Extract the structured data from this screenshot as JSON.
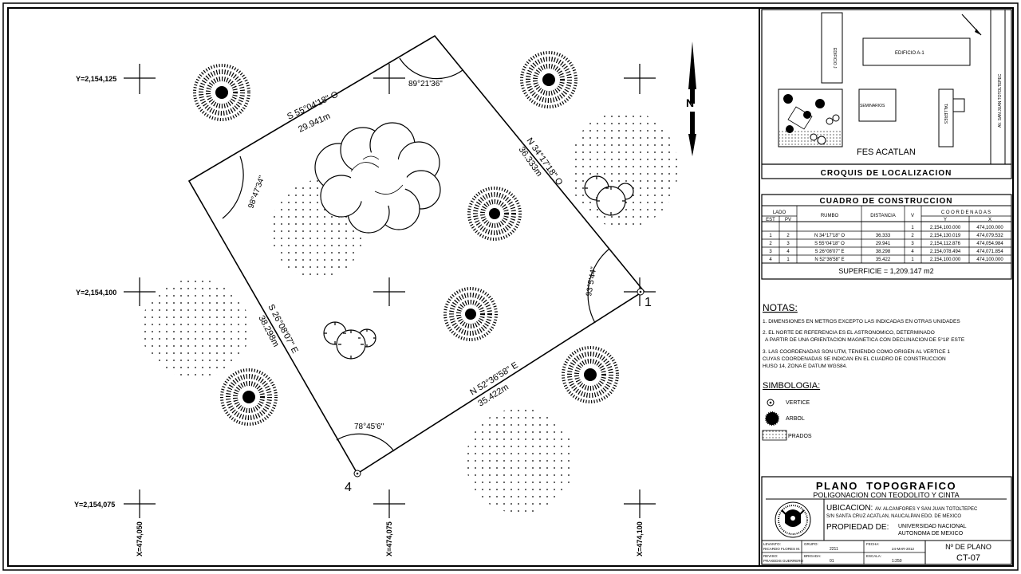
{
  "grid": {
    "north_label": "N",
    "y_labels": [
      "Y=2,154,125",
      "Y=2,154,100",
      "Y=2,154,075"
    ],
    "x_labels": [
      "X=474,050",
      "X=474,075",
      "X=474,100"
    ]
  },
  "survey": {
    "vertex_1_label": "1",
    "vertex_4_label": "4",
    "angle_top": "89°21'36\"",
    "angle_left": "98°47'34\"",
    "angle_right": "93°5'44\"",
    "angle_bottom": "78°45'6\"",
    "side_top_bearing": "S 55°04'18\" O",
    "side_top_distance": "29.941m",
    "side_right_bearing": "N 34°17'18\" O",
    "side_right_distance": "36.333m",
    "side_left_bearing": "S 26°08'07\" E",
    "side_left_distance": "38.298m",
    "side_bottom_bearing": "N 52°36'58\" E",
    "side_bottom_distance": "35.422m"
  },
  "sketch": {
    "building_a1": "EDIFICIO A-1",
    "building_j": "EDIFICIO J",
    "seminarios": "SEMINARIOS",
    "talleres": "TALLERES",
    "street": "AV. SAN JUAN TOTOLTEPEC",
    "campus": "FES ACATLAN",
    "title": "CROQUIS DE LOCALIZACION"
  },
  "table": {
    "title": "CUADRO DE CONSTRUCCION",
    "h_lado": "LADO",
    "h_est": "EST",
    "h_pv": "PV",
    "h_rumbo": "RUMBO",
    "h_distancia": "DISTANCIA",
    "h_v": "V",
    "h_coordenadas": "C O O R D E N A D A S",
    "h_y": "Y",
    "h_x": "X",
    "rows": [
      {
        "est": "",
        "pv": "",
        "rumbo": "",
        "dist": "",
        "v": "1",
        "y": "2,154,100.000",
        "x": "474,100.000"
      },
      {
        "est": "1",
        "pv": "2",
        "rumbo": "N 34°17'18\" O",
        "dist": "36.333",
        "v": "2",
        "y": "2,154,130.019",
        "x": "474,079.532"
      },
      {
        "est": "2",
        "pv": "3",
        "rumbo": "S 55°04'18\" O",
        "dist": "29.941",
        "v": "3",
        "y": "2,154,112.876",
        "x": "474,054.984"
      },
      {
        "est": "3",
        "pv": "4",
        "rumbo": "S 26°08'07\" E",
        "dist": "38.298",
        "v": "4",
        "y": "2,154,078.494",
        "x": "474,071.854"
      },
      {
        "est": "4",
        "pv": "1",
        "rumbo": "N 52°36'58\" E",
        "dist": "35.422",
        "v": "1",
        "y": "2,154,100.000",
        "x": "474,100.000"
      }
    ],
    "superficie": "SUPERFICIE = 1,209.147 m2"
  },
  "notes": {
    "title": "NOTAS:",
    "n1": "1. DIMENSIONES EN METROS EXCEPTO LAS INDICADAS EN OTRAS UNIDADES",
    "n2a": "2. EL NORTE DE REFERENCIA ES EL ASTRONOMICO, DETERMINADO",
    "n2b": "A PARTIR DE UNA ORIENTACION MAGNETICA CON DECLINACION DE 5°18' ESTE",
    "n3a": "3. LAS COORDENADAS SON UTM, TENIENDO COMO ORIGEN AL VERTICE 1",
    "n3b": "CUYAS COORDENADAS SE INDICAN EN EL CUADRO DE CONSTRUCCION",
    "n3c": "HUSO 14, ZONA E DATUM WGS84."
  },
  "legend": {
    "title": "SIMBOLOGIA:",
    "vertice": "VERTICE",
    "arbol": "ARBOL",
    "prados": "PRADOS"
  },
  "title_block": {
    "title": "PLANO  TOPOGRAFICO",
    "subtitle": "POLIGONACION CON TEODOLITO Y CINTA",
    "ubicacion_label": "UBICACION:",
    "ubicacion_1": "AV. ALCANFORES Y SAN JUAN TOTOLTEPEC",
    "ubicacion_2": "S/N SANTA CRUZ ACATLAN, NAUCALPAN EDO. DE MEXICO",
    "propiedad_label": "PROPIEDAD DE:",
    "propiedad_1": "UNIVERSIDAD NACIONAL",
    "propiedad_2": "AUTONOMA DE MEXICO",
    "levanto_label": "LEVANTO:",
    "levanto": "RICARDO FLORES M.",
    "grupo_label": "GRUPO:",
    "grupo": "2211",
    "fecha_label": "FECHA:",
    "fecha": "24-MAR-2012",
    "reviso_label": "REVISO:",
    "reviso": "PRAXEDIS GUERRERO",
    "brigada_label": "BRIGADA:",
    "brigada": "01",
    "escala_label": "ESCALA:",
    "escala": "1:250",
    "plano_no_label": "Nº DE PLANO",
    "plano_no": "CT-07"
  }
}
